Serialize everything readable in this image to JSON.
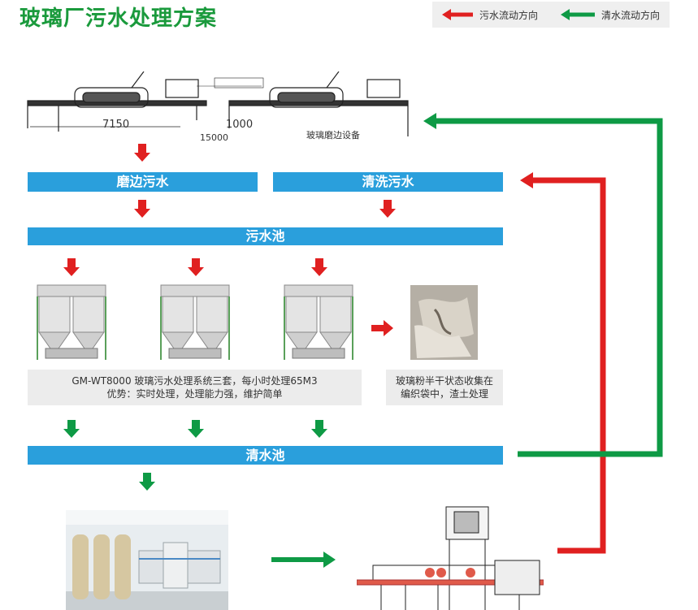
{
  "title": "玻璃厂污水处理方案",
  "legend": {
    "sewage_label": "污水流动方向",
    "clean_label": "清水流动方向",
    "sewage_color": "#e02020",
    "clean_color": "#0e9a45"
  },
  "equipment_drawing": {
    "dim_left": "7150",
    "dim_right": "1000",
    "dim_bottom": "15000",
    "caption": "玻璃磨边设备"
  },
  "bars": {
    "edging_sewage": "磨边污水",
    "washing_sewage": "清洗污水",
    "sewage_pool": "污水池",
    "clean_pool": "清水池"
  },
  "system_info": {
    "line1": "GM-WT8000 玻璃污水处理系统三套，每小时处理65M3",
    "line2": "优势：实时处理，处理能力强，维护简单"
  },
  "powder_info": {
    "line1": "玻璃粉半干状态收集在",
    "line2": "编织袋中，渣土处理"
  },
  "icons": [
    "treatment-unit-picture",
    "glass-powder-bag-picture",
    "water-purification-room-picture",
    "washing-machine-drawing"
  ]
}
